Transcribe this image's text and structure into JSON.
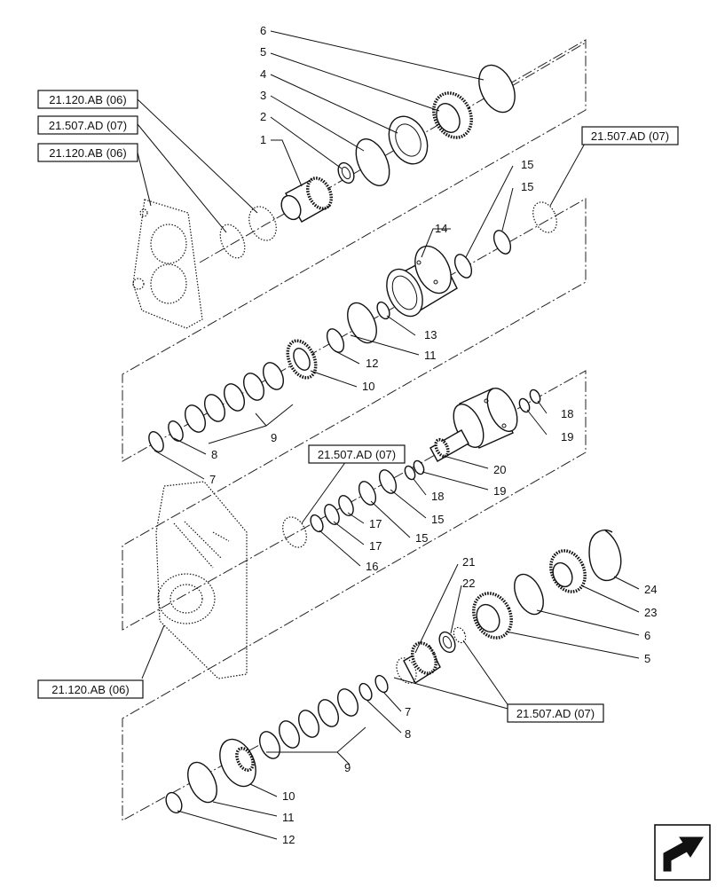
{
  "diagram": {
    "refs": [
      "21.120.AB (06)",
      "21.507.AD (07)",
      "21.120.AB (06)",
      "21.507.AD (07)",
      "21.507.AD (07)",
      "21.120.AB (06)",
      "21.507.AD (07)"
    ],
    "callouts": [
      "1",
      "2",
      "3",
      "4",
      "5",
      "6",
      "15",
      "15",
      "14",
      "13",
      "11",
      "12",
      "10",
      "9",
      "8",
      "7",
      "18",
      "19",
      "20",
      "19",
      "18",
      "15",
      "17",
      "17",
      "15",
      "16",
      "21",
      "22",
      "24",
      "23",
      "6",
      "5",
      "7",
      "8",
      "9",
      "10",
      "11",
      "12"
    ],
    "nav_icon": "next-page-arrow-icon",
    "colors": {
      "line": "#111111",
      "background": "#ffffff"
    }
  }
}
